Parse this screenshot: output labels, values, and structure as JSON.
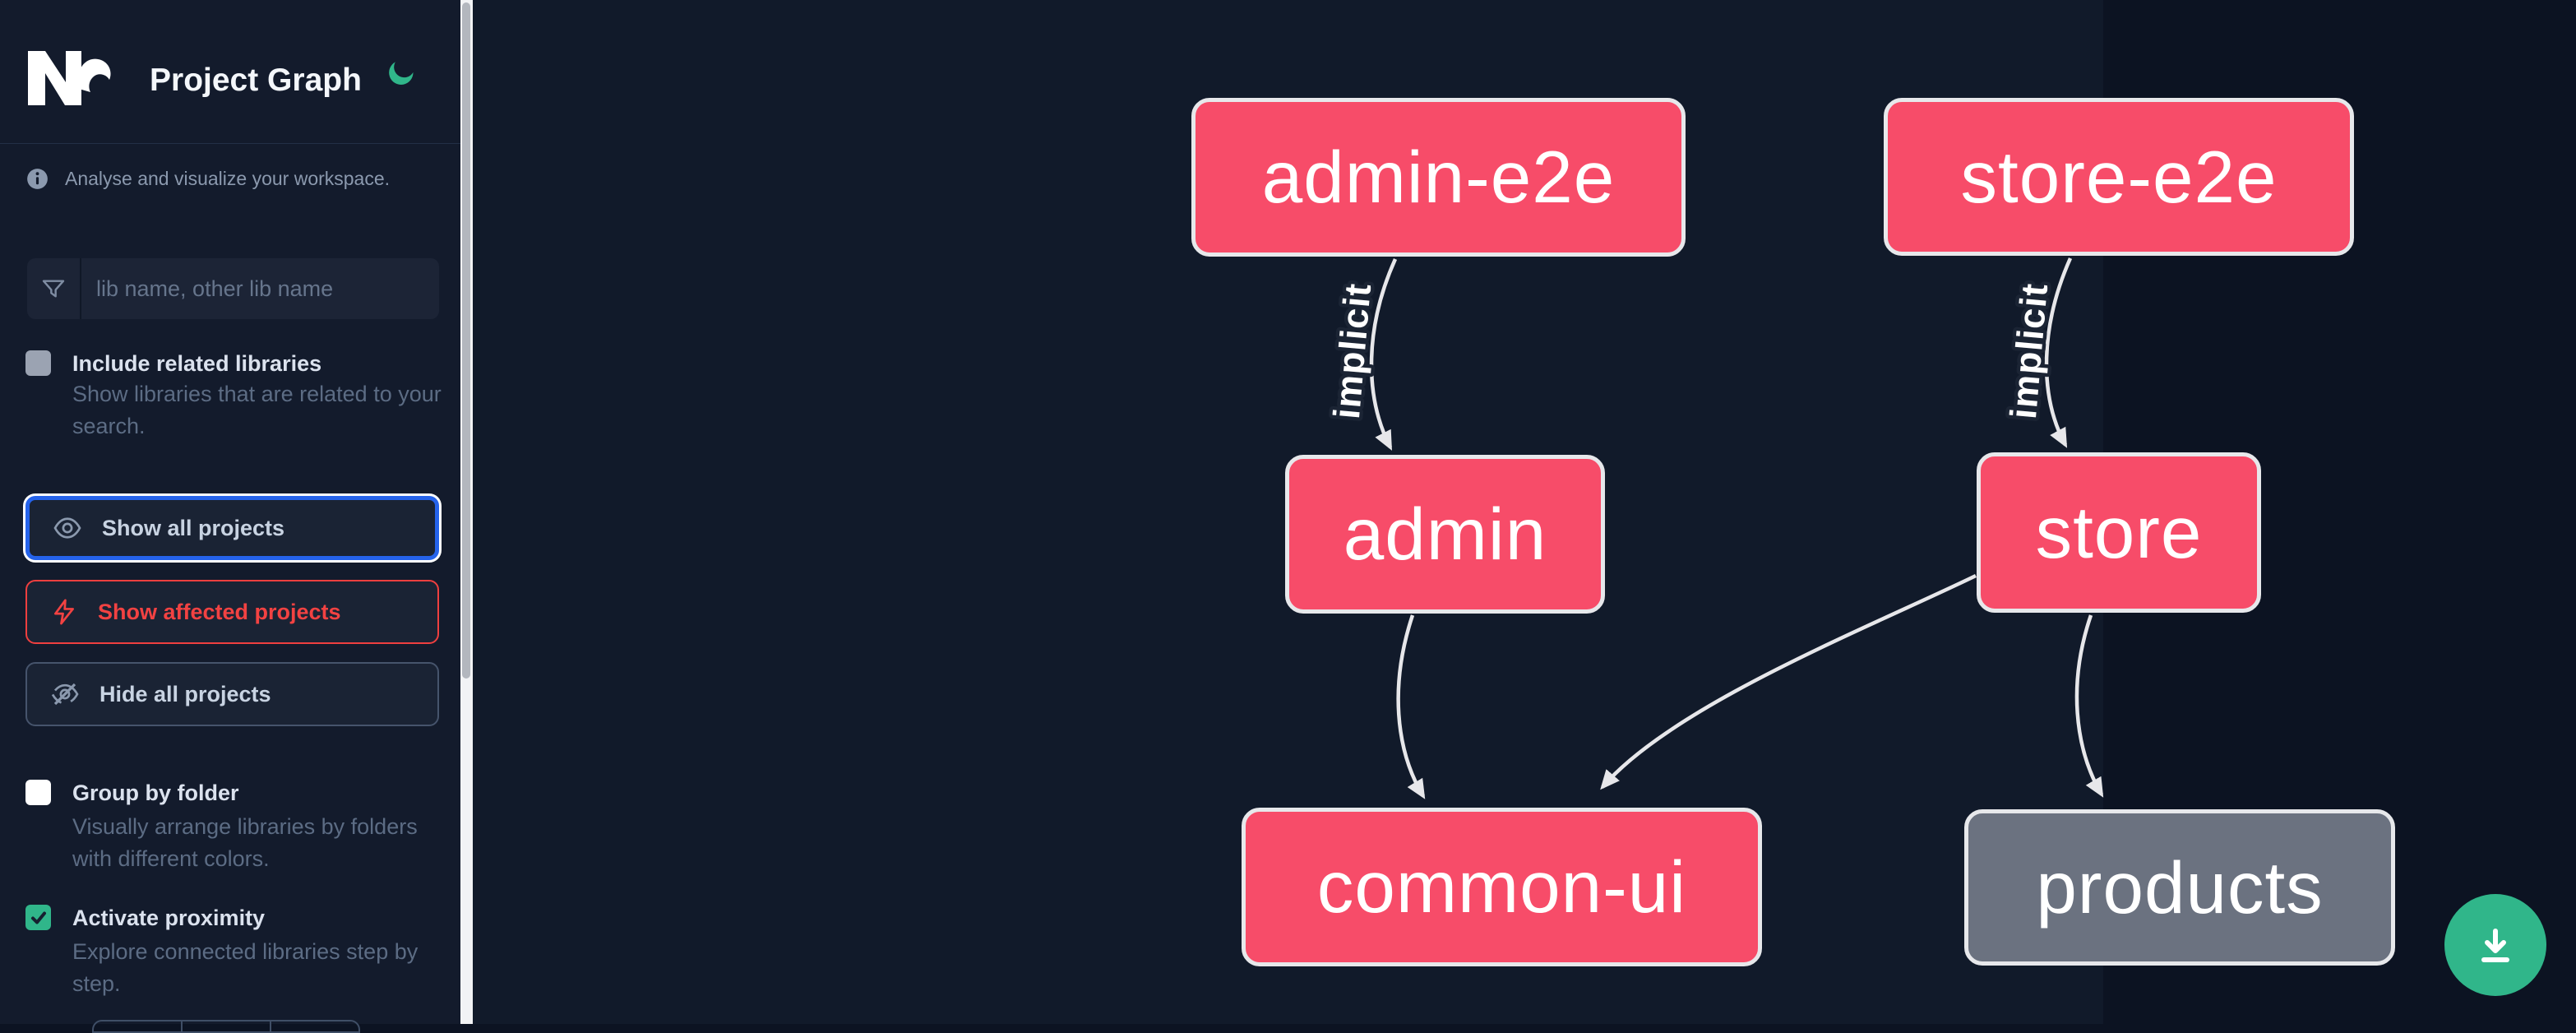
{
  "header": {
    "title": "Project Graph",
    "logo": "nx-logo",
    "theme_toggle": "moon-icon"
  },
  "sidebar": {
    "tagline": "Analyse and visualize your workspace.",
    "search_placeholder": "lib name, other lib name",
    "include_related": {
      "label": "Include related libraries",
      "description": "Show libraries that are related to your search.",
      "checked": false
    },
    "actions": {
      "show_all": "Show all projects",
      "show_affected": "Show affected projects",
      "hide_all": "Hide all projects"
    },
    "group_by_folder": {
      "label": "Group by folder",
      "description": "Visually arrange libraries by folders with different colors.",
      "checked": false
    },
    "activate_proximity": {
      "label": "Activate proximity",
      "description": "Explore connected libraries step by step.",
      "checked": true
    }
  },
  "graph": {
    "nodes": [
      {
        "id": "admin-e2e",
        "label": "admin-e2e",
        "color": "#f74c69"
      },
      {
        "id": "store-e2e",
        "label": "store-e2e",
        "color": "#f74c69"
      },
      {
        "id": "admin",
        "label": "admin",
        "color": "#f74c69"
      },
      {
        "id": "store",
        "label": "store",
        "color": "#f74c69"
      },
      {
        "id": "common-ui",
        "label": "common-ui",
        "color": "#f74c69"
      },
      {
        "id": "products",
        "label": "products",
        "color": "#6b7280"
      }
    ],
    "edges": [
      {
        "from": "admin-e2e",
        "to": "admin",
        "label": "implicit"
      },
      {
        "from": "store-e2e",
        "to": "store",
        "label": "implicit"
      },
      {
        "from": "admin",
        "to": "common-ui",
        "label": ""
      },
      {
        "from": "store",
        "to": "common-ui",
        "label": ""
      },
      {
        "from": "store",
        "to": "products",
        "label": ""
      }
    ]
  },
  "colors": {
    "accent_green": "#30b68a",
    "node_pink": "#f74c69",
    "node_gray": "#6b7280",
    "focus_blue": "#2563eb",
    "alert_red": "#f24242",
    "edge": "#e7e7ea"
  },
  "fab": {
    "icon": "download-icon"
  }
}
